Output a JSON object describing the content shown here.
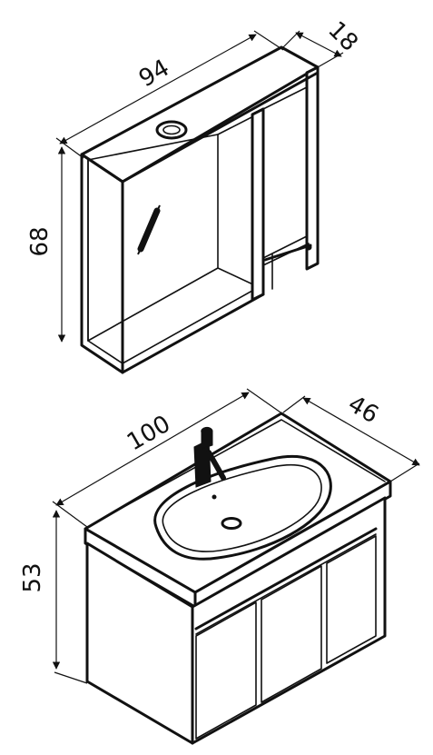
{
  "mirror_cabinet": {
    "width": "94",
    "depth": "18",
    "height": "68"
  },
  "vanity": {
    "width": "100",
    "depth": "46",
    "height": "53"
  },
  "colors": {
    "ink": "#111111",
    "background": "#ffffff"
  }
}
